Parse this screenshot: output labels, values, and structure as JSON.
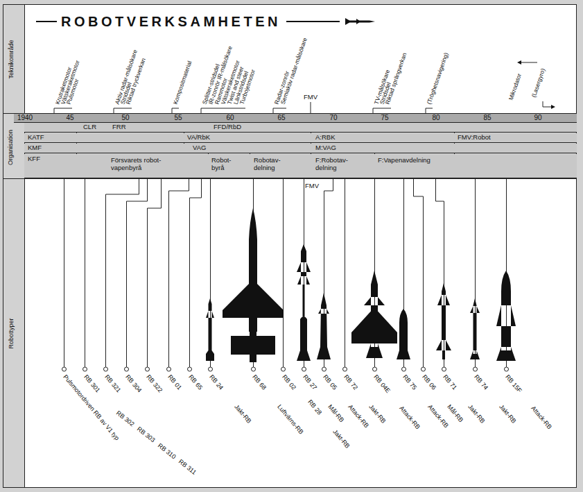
{
  "diagram": {
    "title": "ROBOTVERKSAMHETEN",
    "nodes": [
      {
        "text": [
          "1940",
          "45",
          "50",
          "55",
          "60",
          "65",
          "70",
          "75",
          "80",
          "85",
          "90"
        ]
      },
      {
        "text": [
          "CLR",
          "FRR",
          "FFD/RbD"
        ]
      },
      {
        "text": [
          "KATF",
          "VA/RbK",
          "A:RBK",
          "FMV:Robot"
        ]
      },
      {
        "text": [
          "KMF",
          "VAG",
          "M:VAG"
        ]
      },
      {
        "text": [
          "KFF",
          "Försvarets robot- vapenbyrå",
          "Robot- byrå",
          "Robotav- delning",
          "F:Robotav- delning",
          "F:Vapenavdelning"
        ]
      }
    ],
    "labels": [
      "Teknikområde",
      "Organisation",
      "Robottyper",
      "Krutraketmotor",
      "Vätskeraketmotor",
      "Pulsmotor",
      "Aktiv radar-målsökare",
      "Stridsdel",
      "Riktad tryckverkan",
      "Kompositmaterial",
      "Splitter-stridsdel",
      "IR-zonrör IR-målsökare",
      "Rammotor",
      "Vätskeraketmotor",
      "Twist and steer",
      "Länkstridsdel",
      "Turbojetmotor",
      "Radar-zonrör",
      "Semiaktiv radar-målsökare",
      "TV-målsökare",
      "Stridsdel",
      "Riktad sprängverkan",
      "(Tröghetsnavigering)",
      "Mikrodator",
      "(Lasergyro)",
      "FMV",
      "FMV",
      "Pulsmotordriven RB av V1 typ",
      "RB 301",
      "RB 321",
      "RB 302",
      "RB 303",
      "RB 310",
      "RB 311",
      "RB 304",
      "RB 322",
      "RB 01",
      "RB 65",
      "RB 24",
      "Jakt-RB",
      "RB 68",
      "Luftvärns-RB",
      "RB 02",
      "RB 27",
      "Mål-RB",
      "RB 28",
      "Jakt-RB",
      "RB 05",
      "Attack-RB",
      "RB 72",
      "Jakt-RB",
      "RB 04E",
      "Attack-RB",
      "RB 75",
      "Attack-RB",
      "RB 06",
      "Mål-RB",
      "RB 71",
      "Jakt-RB",
      "RB 74",
      "Jakt-RB",
      "RB 15F",
      "Attack-RB"
    ]
  }
}
